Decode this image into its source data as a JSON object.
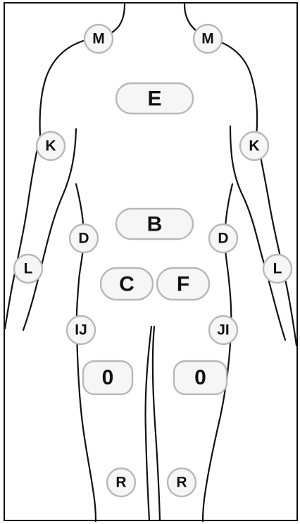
{
  "diagram": {
    "labels": {
      "m_left": "M",
      "m_right": "M",
      "e": "E",
      "k_left": "K",
      "k_right": "K",
      "b": "B",
      "d_left": "D",
      "d_right": "D",
      "l_left": "L",
      "l_right": "L",
      "c": "C",
      "f": "F",
      "ij": "IJ",
      "ji": "JI",
      "zero_left": "0",
      "zero_right": "0",
      "r_left": "R",
      "r_right": "R"
    }
  }
}
